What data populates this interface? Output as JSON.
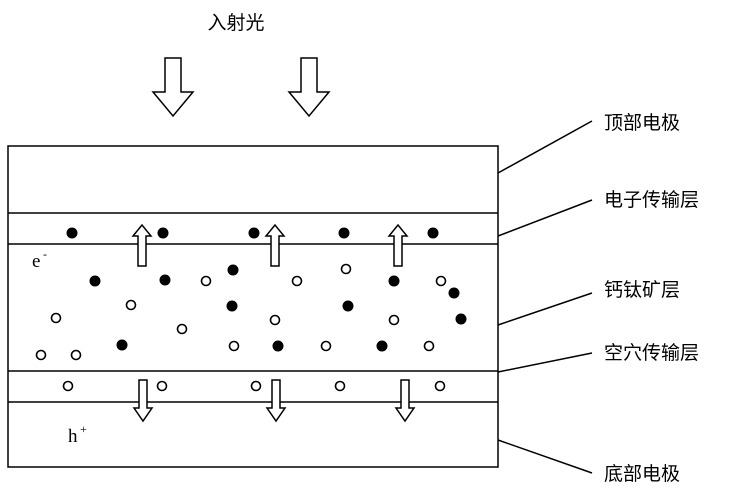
{
  "title": "入射光",
  "labels": {
    "top_electrode": "顶部电极",
    "electron_transport_layer": "电子传输层",
    "perovskite_layer": "钙钛矿层",
    "hole_transport_layer": "空穴传输层",
    "bottom_electrode": "底部电极"
  },
  "carriers": {
    "electron": {
      "base": "e",
      "sup": "-"
    },
    "hole": {
      "base": "h",
      "sup": "+"
    }
  },
  "colors": {
    "stroke": "#000000",
    "background": "#ffffff",
    "electron": "#000000",
    "hole": "#ffffff"
  },
  "icons": {
    "incident_light_arrow": "hollow-down-arrow",
    "electron_flow_arrow": "hollow-up-arrow",
    "hole_flow_arrow": "hollow-down-arrow"
  }
}
